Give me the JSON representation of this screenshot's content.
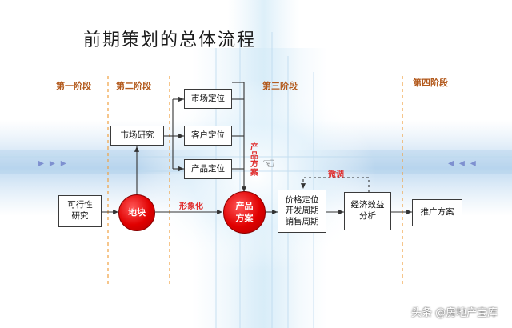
{
  "title": "前期策划的总体流程",
  "stages": [
    "第一阶段",
    "第二阶段",
    "第三阶段",
    "第四阶段"
  ],
  "boxes": {
    "feasibility": [
      "可行性",
      "研究"
    ],
    "market_research": "市场研究",
    "market_positioning": "市场定位",
    "customer_positioning": "客户定位",
    "product_positioning": "产品定位",
    "price_cycle": [
      "价格定位",
      "开发周期",
      "销售周期"
    ],
    "economic_analysis": [
      "经济效益",
      "分析"
    ],
    "promotion_plan": "推广方案"
  },
  "circles": {
    "land": "地块",
    "product_plan": [
      "产品",
      "方案"
    ]
  },
  "labels": {
    "visualize": "形象化",
    "product_plan_vertical": "产品方案",
    "fine_tune": "微调"
  },
  "watermark": "头条 @房地产宝库",
  "colors": {
    "stage_label": "#b35a1d",
    "circle_red": "#e00000",
    "label_red": "#e03030",
    "line": "#333333"
  }
}
